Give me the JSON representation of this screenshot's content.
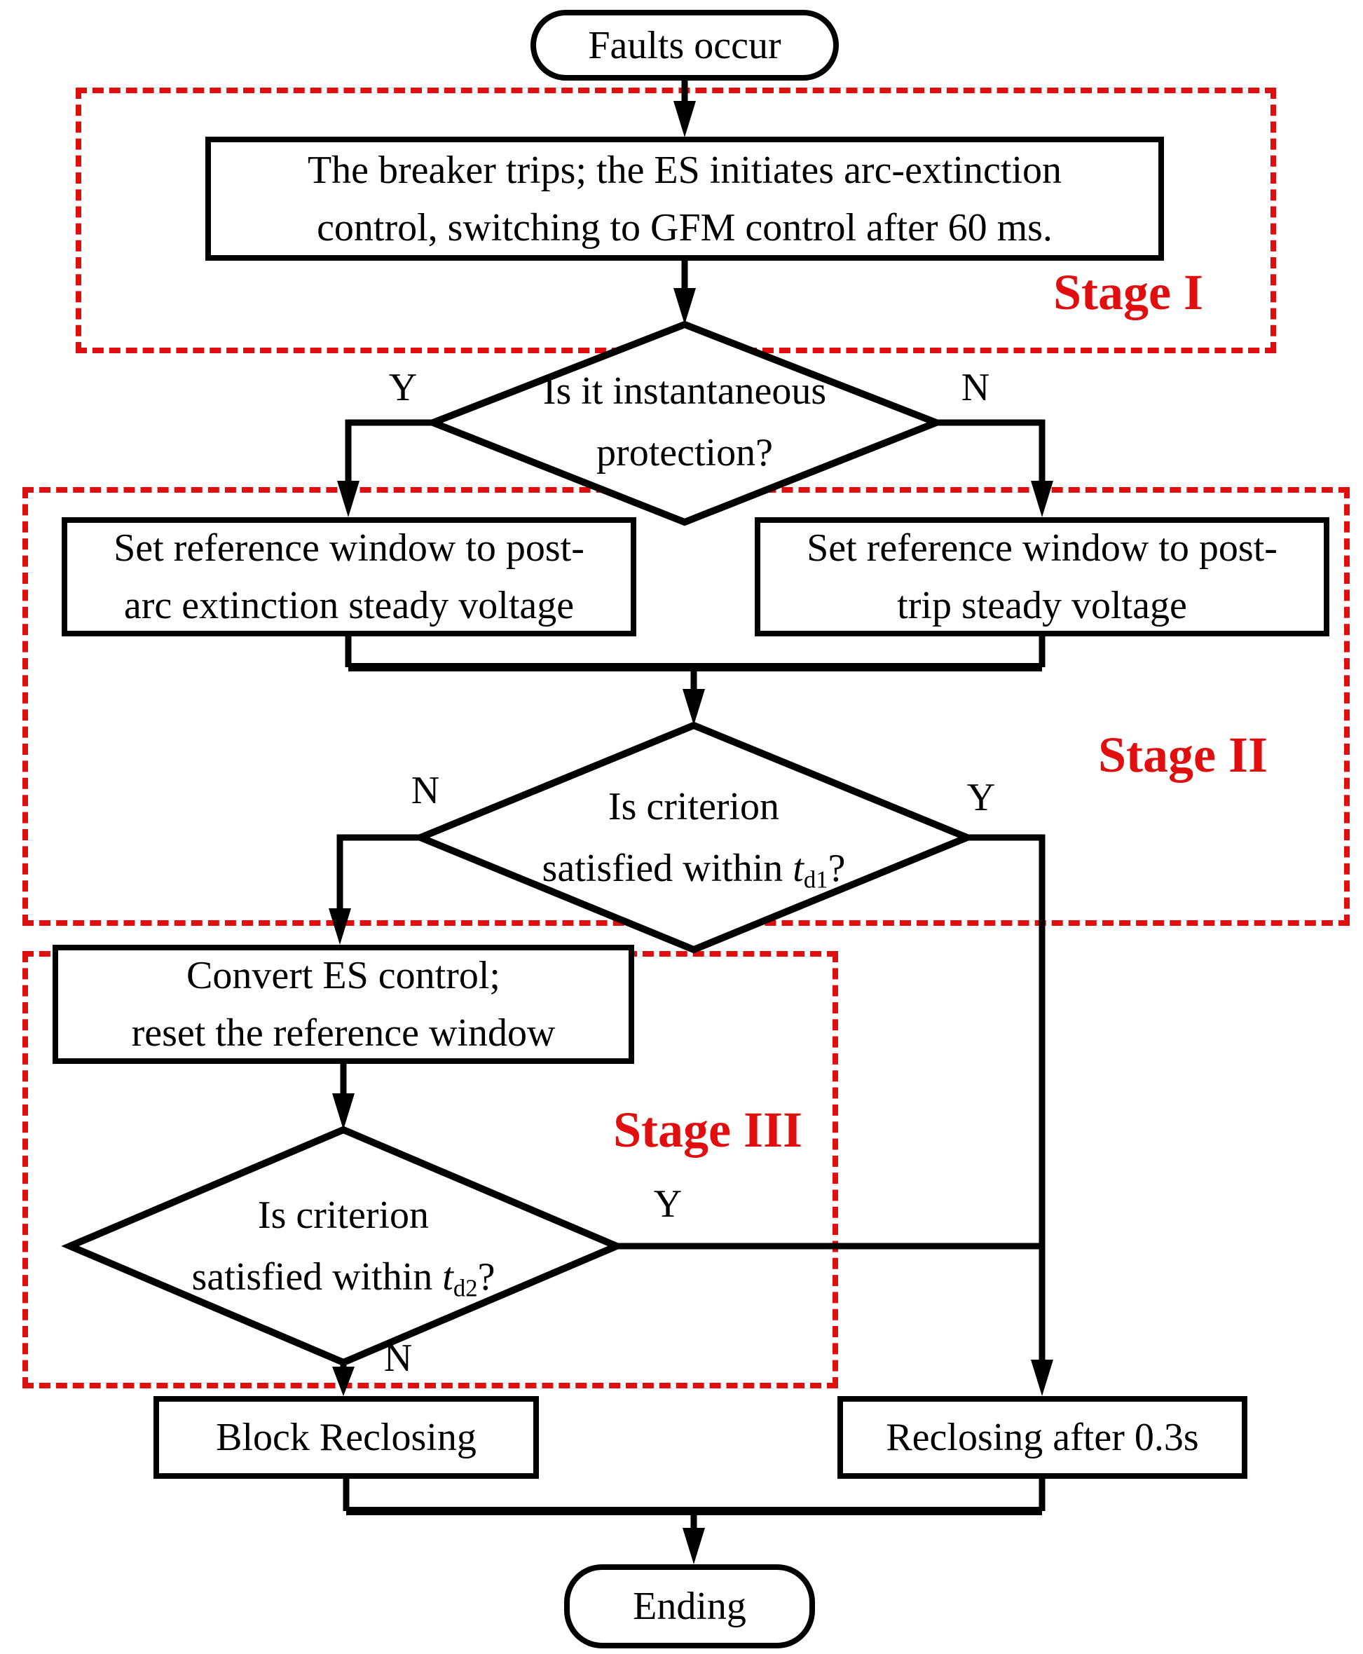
{
  "palette": {
    "line_color": "#000000",
    "stage_red": "#e00e0e",
    "background": "#ffffff"
  },
  "nodes": {
    "start": {
      "label": "Faults occur"
    },
    "breaker": {
      "line1": "The breaker trips; the ES initiates arc-extinction",
      "line2": "control, switching to GFM control after 60 ms."
    },
    "decision_instantaneous": {
      "line1": "Is it instantaneous",
      "line2": "protection?"
    },
    "set_window_arc": {
      "line1": "Set reference window to post-",
      "line2": "arc extinction steady voltage"
    },
    "set_window_trip": {
      "line1": "Set reference window to post-",
      "line2": "trip steady voltage"
    },
    "decision_td1": {
      "line1": "Is criterion",
      "line2_prefix": "satisfied within ",
      "var": "t",
      "sub": "d1",
      "suffix": "?"
    },
    "convert_es": {
      "line1": "Convert ES control;",
      "line2": "reset the reference window"
    },
    "decision_td2": {
      "line1": "Is criterion",
      "line2_prefix": "satisfied within ",
      "var": "t",
      "sub": "d2",
      "suffix": "?"
    },
    "block_reclosing": {
      "label": "Block Reclosing"
    },
    "reclosing_delay": {
      "label": "Reclosing after 0.3s"
    },
    "end": {
      "label": "Ending"
    }
  },
  "stages": {
    "stage1": {
      "label": "Stage I"
    },
    "stage2": {
      "label": "Stage II"
    },
    "stage3": {
      "label": "Stage III"
    }
  },
  "branch_labels": {
    "d1_yes": "Y",
    "d1_no": "N",
    "d2_no": "N",
    "d2_yes": "Y",
    "d3_yes": "Y",
    "d3_no": "N"
  }
}
